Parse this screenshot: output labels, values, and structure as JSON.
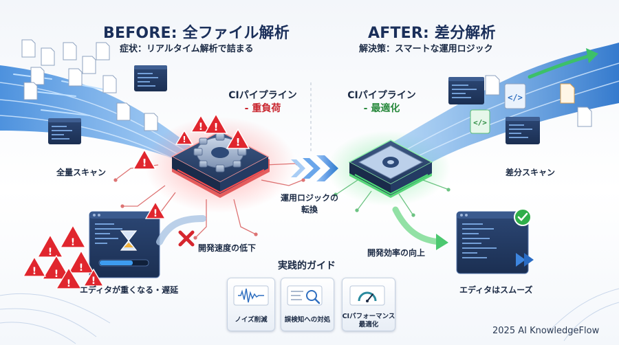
{
  "colors": {
    "navy": "#1a2f5a",
    "flow_blue": "#2f7fd8",
    "alert_red": "#d6262e",
    "success_green": "#2fae4a",
    "arrow_blue": "#3d86e0"
  },
  "before": {
    "title": "BEFORE: 全ファイル解析",
    "subtitle": "症状：リアルタイム解析で詰まる",
    "pipeline_name": "CIパイプライン",
    "pipeline_status": "- 重負荷",
    "scan_label": "全量スキャン",
    "slowdown_label": "開発速度の低下",
    "editor_label": "エディタが重くなる・遅延"
  },
  "after": {
    "title": "AFTER: 差分解析",
    "subtitle": "解決策：スマートな運用ロジック",
    "pipeline_name": "CIパイプライン",
    "pipeline_status": "- 最適化",
    "scan_label": "差分スキャン",
    "efficiency_label": "開発効率の向上",
    "editor_label": "エディタはスムーズ"
  },
  "transition": {
    "line1": "運用ロジックの",
    "line2": "転換"
  },
  "guide": {
    "title": "実践的ガイド",
    "cards": [
      {
        "label": "ノイズ削減",
        "icon": "waveform-icon"
      },
      {
        "label": "誤検知への対処",
        "icon": "magnifier-icon"
      },
      {
        "label_line1": "CIパフォーマンス",
        "label_line2": "最適化",
        "icon": "gauge-icon"
      }
    ]
  },
  "footer": "2025 AI KnowledgeFlow"
}
